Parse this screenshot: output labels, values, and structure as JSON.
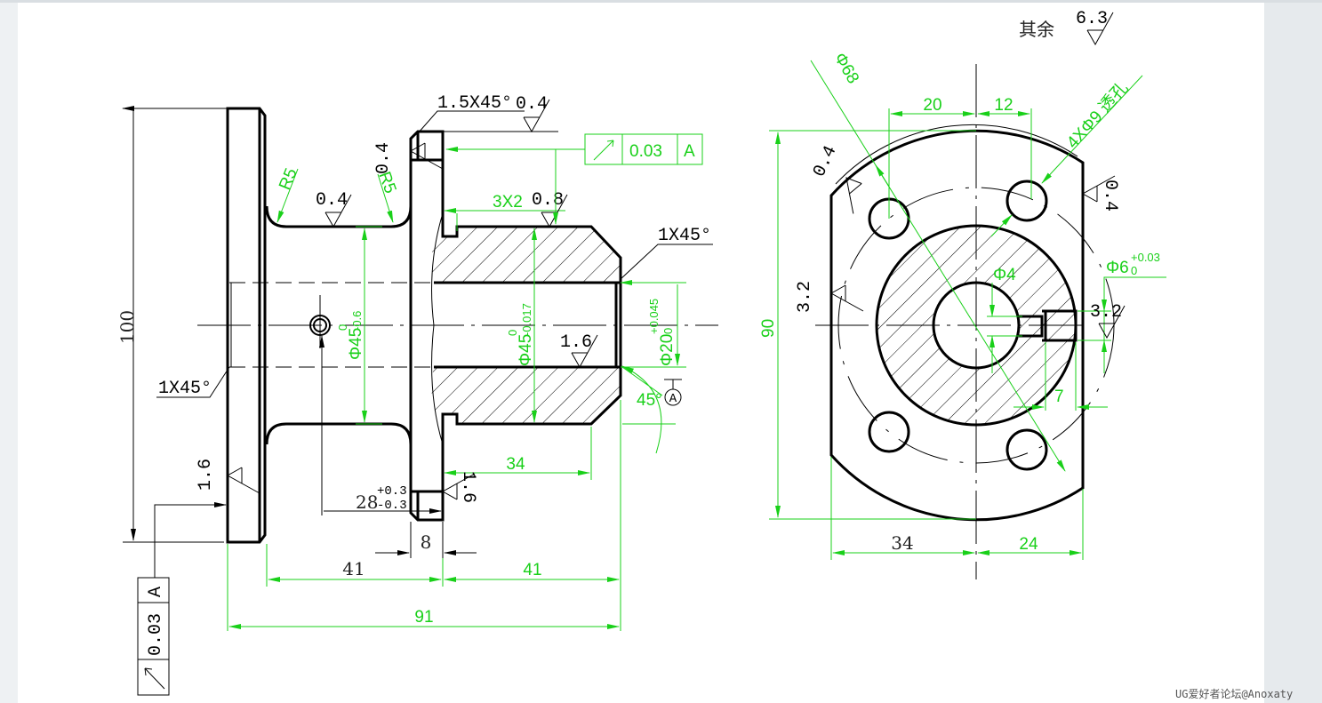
{
  "title_note": {
    "label": "其余",
    "roughness": "6.3"
  },
  "side_view": {
    "overall_height": "100",
    "overall_length": "91",
    "length_left": "41",
    "length_right": "41",
    "flange_thickness": "8",
    "hole_position": "28",
    "hole_tol_upper": "+0.3",
    "hole_tol_lower": "-0.3",
    "hub_length": "34",
    "neck_diameter": "Φ45",
    "neck_tol_upper": "0",
    "neck_tol_lower": "-0.6",
    "hub_diameter": "Φ45",
    "hub_tol_upper": "0",
    "hub_tol_lower": "-0.017",
    "bore_diameter": "Φ20",
    "bore_tol_upper": "+0.045",
    "bore_tol_lower": "0",
    "chamfer_flange": "1.5X45°",
    "chamfer_hub": "1X45°",
    "chamfer_left": "1X45°",
    "groove": "3X2",
    "fillet_left": "R5",
    "fillet_right": "R5",
    "angle": "45°",
    "roughness": {
      "flange_top": "0.4",
      "flange_face": "0.4",
      "neck": "0.4",
      "hub": "0.8",
      "bore": "1.6",
      "left_face": "1.6",
      "flange_back": "1.6"
    },
    "runout_frame_top": {
      "tolerance": "0.03",
      "datum": "A"
    },
    "runout_frame_left": {
      "tolerance": "0.03",
      "datum": "A"
    },
    "datum_label": "A"
  },
  "end_view": {
    "height": "90",
    "left_width": "34",
    "right_width": "24",
    "hole_offset_left": "20",
    "hole_offset_right": "12",
    "outer_diameter": "Φ68",
    "holes": "4XΦ9 透孔",
    "pin_hole": "Φ4",
    "counterbore": "Φ6",
    "counterbore_tol_upper": "+0.03",
    "counterbore_tol_lower": "0",
    "counterbore_depth": "7",
    "roughness": {
      "left_flat": "3.2",
      "counterbore": "3.2",
      "top_chamfer": "0.4",
      "right_flat": "0.4"
    }
  },
  "watermark": "UG爱好者论坛@Anoxaty",
  "colors": {
    "dimension": "#19d019",
    "outline": "#000000",
    "background": "#ffffff"
  }
}
